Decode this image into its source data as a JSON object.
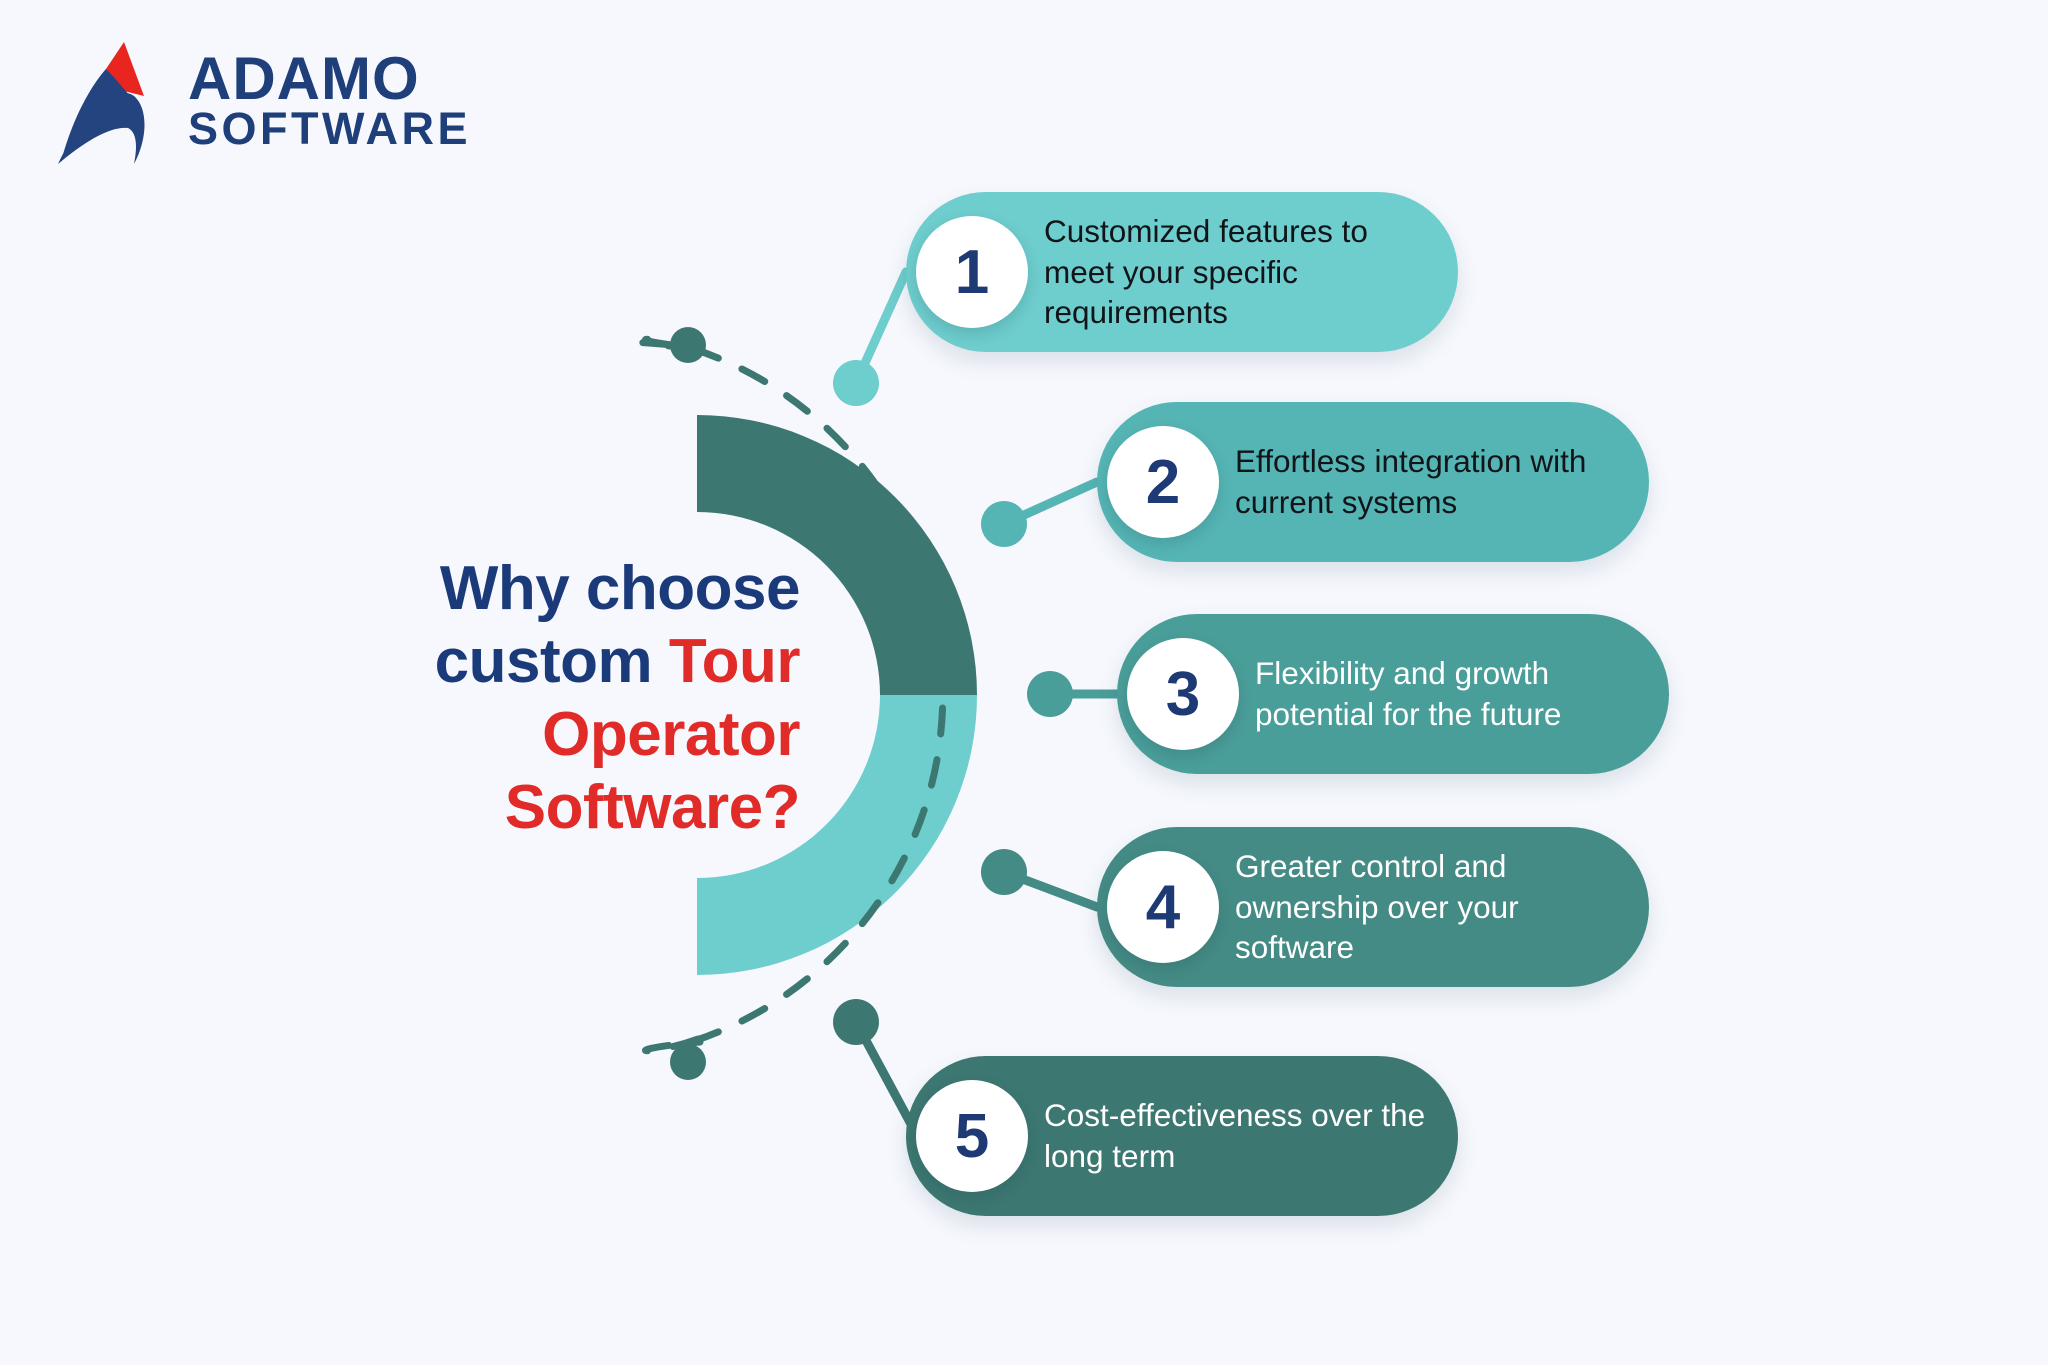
{
  "brand": {
    "name_line1": "ADAMO",
    "name_line2": "SOFTWARE",
    "logo_icon": "adamo-swoosh-logo",
    "navy": "#1f3f7a",
    "red": "#e02b28"
  },
  "heading": {
    "part_blue": "Why choose custom ",
    "part_red": "Tour Operator Software?",
    "full_text": "Why choose custom Tour Operator Software?"
  },
  "center_graphic": {
    "type": "half-donut-arc",
    "segments": [
      {
        "name": "upper-arc",
        "color": "#3d7771"
      },
      {
        "name": "lower-arc",
        "color": "#6ecdcd"
      }
    ],
    "dashed_arc_color": "#3d7771"
  },
  "items": [
    {
      "number": "1",
      "text": "Customized features to meet your specific requirements",
      "pill_color": "#6ecdcd",
      "text_color": "#111418",
      "node_color": "#6ecdcd"
    },
    {
      "number": "2",
      "text": "Effortless integration with current systems",
      "pill_color": "#55b5b4",
      "text_color": "#111418",
      "node_color": "#55b5b4"
    },
    {
      "number": "3",
      "text": "Flexibility and growth potential for the future",
      "pill_color": "#4a9e99",
      "text_color": "#ffffff",
      "node_color": "#4a9e99"
    },
    {
      "number": "4",
      "text": "Greater control and ownership over your software",
      "pill_color": "#458b85",
      "text_color": "#ffffff",
      "node_color": "#458b85"
    },
    {
      "number": "5",
      "text": "Cost-effectiveness over the long term",
      "pill_color": "#3d7771",
      "text_color": "#ffffff",
      "node_color": "#3d7771"
    }
  ],
  "canvas": {
    "background": "#f6f8fd"
  }
}
